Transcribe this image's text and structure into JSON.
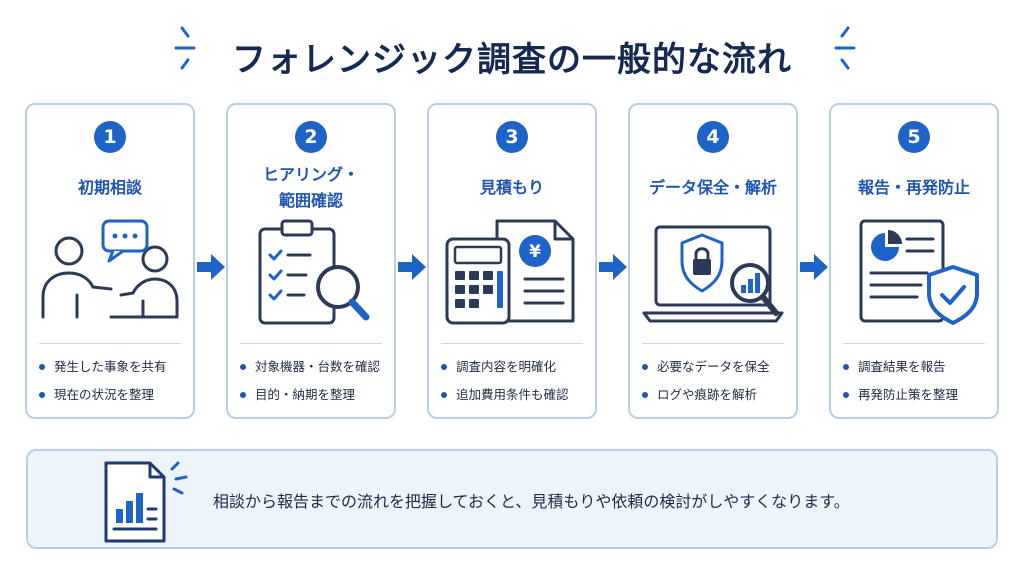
{
  "title": "フォレンジック調査の一般的な流れ",
  "colors": {
    "accent": "#1e63c8",
    "title": "#152a52",
    "card_border": "#b9cde8",
    "note_bg": "#eef4fc"
  },
  "steps": [
    {
      "number": "1",
      "title": "初期相談",
      "icon": "consultation-people-icon",
      "bullets": [
        "発生した事象を共有",
        "現在の状況を整理"
      ]
    },
    {
      "number": "2",
      "title": "ヒアリング・\n範囲確認",
      "icon": "clipboard-magnifier-icon",
      "bullets": [
        "対象機器・台数を確認",
        "目的・納期を整理"
      ]
    },
    {
      "number": "3",
      "title": "見積もり",
      "icon": "calculator-invoice-icon",
      "bullets": [
        "調査内容を明確化",
        "追加費用条件も確認"
      ]
    },
    {
      "number": "4",
      "title": "データ保全・解析",
      "icon": "laptop-shield-analysis-icon",
      "bullets": [
        "必要なデータを保全",
        "ログや痕跡を解析"
      ]
    },
    {
      "number": "5",
      "title": "報告・再発防止",
      "icon": "report-shield-icon",
      "bullets": [
        "調査結果を報告",
        "再発防止策を整理"
      ]
    }
  ],
  "note": {
    "icon": "document-chart-icon",
    "text": "相談から報告までの流れを把握しておくと、見積もりや依頼の検討がしやすくなります。"
  }
}
